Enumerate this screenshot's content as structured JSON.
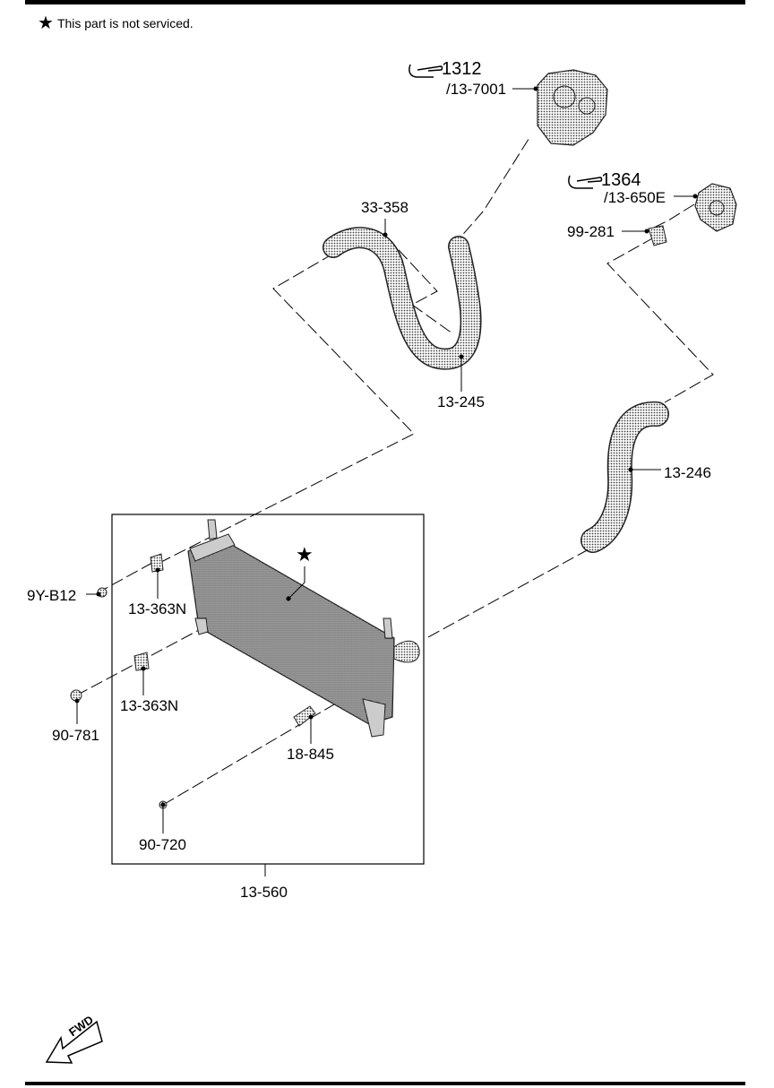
{
  "note": {
    "symbol": "★",
    "text": "This part is not serviced."
  },
  "refs": [
    {
      "id": "ref-1312",
      "main": "1312",
      "sub": "/13-7001"
    },
    {
      "id": "ref-1364",
      "main": "1364",
      "sub": "/13-650E"
    }
  ],
  "parts": {
    "p33358": "33-358",
    "p99281": "99-281",
    "p13245": "13-245",
    "p13246": "13-246",
    "p9yb12": "9Y-B12",
    "p13363n_a": "13-363N",
    "p13363n_b": "13-363N",
    "p90781": "90-781",
    "p18845": "18-845",
    "p90720": "90-720",
    "p13560": "13-560"
  },
  "fwd": "FWD",
  "star_marker": "★"
}
